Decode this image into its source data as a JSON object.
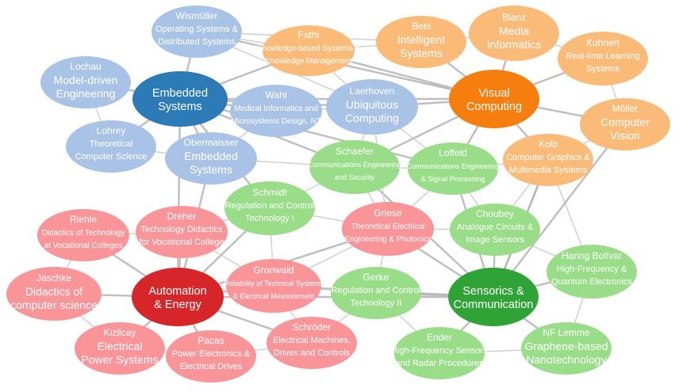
{
  "colors": {
    "edge": "#c8c8c8",
    "edge_strong": "#b4b4b4",
    "blue_hub": "#2c7bb6",
    "blue": "#a9c3e6",
    "orange_hub": "#f57e0f",
    "orange": "#fbbb78",
    "green_hub": "#30a336",
    "green": "#99dd88",
    "red_hub": "#d7262a",
    "red": "#f99498",
    "text": "#ffffff"
  },
  "nodes": [
    {
      "id": "emb",
      "hub": true,
      "group": "blue",
      "name": "",
      "topic": [
        "Embedded",
        "Systems"
      ]
    },
    {
      "id": "vis",
      "hub": true,
      "group": "orange",
      "name": "",
      "topic": [
        "Visual",
        "Computing"
      ]
    },
    {
      "id": "aut",
      "hub": true,
      "group": "red",
      "name": "",
      "topic": [
        "Automation",
        "& Energy"
      ]
    },
    {
      "id": "sen",
      "hub": true,
      "group": "green",
      "name": "",
      "topic": [
        "Sensorics &",
        "Communication"
      ]
    },
    {
      "id": "wis",
      "group": "blue",
      "name": "Wismüller",
      "topic": [
        "Operating Systems &",
        "Distributed Systems"
      ]
    },
    {
      "id": "loc",
      "group": "blue",
      "name": "Lochau",
      "topic": [
        "Model-driven",
        "Engineering"
      ],
      "big": true
    },
    {
      "id": "loh",
      "group": "blue",
      "name": "Lohrey",
      "topic": [
        "Theoretical",
        "Computer Science"
      ]
    },
    {
      "id": "obe",
      "group": "blue",
      "name": "Obermaisser",
      "topic": [
        "Embedded",
        "Systems"
      ],
      "big": true
    },
    {
      "id": "wah",
      "group": "blue",
      "name": "Wahl",
      "topic": [
        "Medical Informatics and",
        "Microsystems Design, NT"
      ]
    },
    {
      "id": "lae",
      "group": "blue",
      "name": "Laerhoven",
      "topic": [
        "Ubiquitous",
        "Computing"
      ],
      "big": true
    },
    {
      "id": "fat",
      "group": "orange",
      "name": "Fathi",
      "topic": [
        "Knowledge-based Systems &",
        "Knowledge Management"
      ]
    },
    {
      "id": "bee",
      "group": "orange",
      "name": "Beel",
      "topic": [
        "Intelligent",
        "Systems"
      ],
      "big": true
    },
    {
      "id": "bla",
      "group": "orange",
      "name": "Blanz",
      "topic": [
        "Media",
        "Informatics"
      ],
      "big": true
    },
    {
      "id": "kuh",
      "group": "orange",
      "name": "Kuhnert",
      "topic": [
        "Real-time Learning",
        "Systems"
      ]
    },
    {
      "id": "mol",
      "group": "orange",
      "name": "Möller",
      "topic": [
        "Computer",
        "Vision"
      ],
      "big": true
    },
    {
      "id": "kol",
      "group": "orange",
      "name": "Kolb",
      "topic": [
        "Computer Graphics &",
        "Multimedia Systems"
      ]
    },
    {
      "id": "sca",
      "group": "green",
      "name": "Schaefer",
      "topic": [
        "Communications Engineering",
        "and Security"
      ]
    },
    {
      "id": "lof",
      "group": "green",
      "name": "Loffeld",
      "topic": [
        "Communications Engineering",
        "& Signal Processing"
      ]
    },
    {
      "id": "sch",
      "group": "green",
      "name": "Schmidt",
      "topic": [
        "Regulation and Control",
        "Technology I"
      ]
    },
    {
      "id": "cho",
      "group": "green",
      "name": "Choubey",
      "topic": [
        "Analogue Circuits &",
        "Image Sensors"
      ]
    },
    {
      "id": "har",
      "group": "green",
      "name": "Haring Bolívar",
      "topic": [
        "High-Frequency &",
        "Quantum Electronics"
      ]
    },
    {
      "id": "ger",
      "group": "green",
      "name": "Gerke",
      "topic": [
        "Regulation and Control",
        "Technology II"
      ]
    },
    {
      "id": "end",
      "group": "green",
      "name": "Ender",
      "topic": [
        "High-Frequency Sensors",
        "and Radar Procedures"
      ]
    },
    {
      "id": "nfl",
      "group": "green",
      "name": "NF Lemme",
      "topic": [
        "Graphene-based",
        "Nanotechnology"
      ],
      "big": true
    },
    {
      "id": "rie",
      "group": "red",
      "name": "Riehle",
      "topic": [
        "Didactics of Technology",
        "at Vocational Colleges"
      ]
    },
    {
      "id": "dre",
      "group": "red",
      "name": "Dreher",
      "topic": [
        "Technology Didactics",
        "for Vocational College"
      ]
    },
    {
      "id": "gri",
      "group": "red",
      "name": "Griese",
      "topic": [
        "Theoretical Electrical",
        "Engineering & Photonics"
      ]
    },
    {
      "id": "jas",
      "group": "red",
      "name": "Jaschke",
      "topic": [
        "Didactics of",
        "computer science"
      ],
      "big": true
    },
    {
      "id": "gro",
      "group": "red",
      "name": "Gronwald",
      "topic": [
        "Reliability of Technical Systems",
        "& Electrical Measurement"
      ]
    },
    {
      "id": "kiz",
      "group": "red",
      "name": "Kizilcay",
      "topic": [
        "Electrical",
        "Power Systems"
      ],
      "big": true
    },
    {
      "id": "pac",
      "group": "red",
      "name": "Pacas",
      "topic": [
        "Power Electronics &",
        "Electrical Drives"
      ]
    },
    {
      "id": "sro",
      "group": "red",
      "name": "Schröder",
      "topic": [
        "Electrical Machines,",
        "Drives and Controls"
      ]
    }
  ],
  "edges": [
    [
      "emb",
      "wis"
    ],
    [
      "emb",
      "loc"
    ],
    [
      "emb",
      "loh"
    ],
    [
      "emb",
      "obe"
    ],
    [
      "emb",
      "wah"
    ],
    [
      "emb",
      "lae"
    ],
    [
      "emb",
      "fat"
    ],
    [
      "emb",
      "vis"
    ],
    [
      "emb",
      "sca"
    ],
    [
      "emb",
      "lof"
    ],
    [
      "emb",
      "sch"
    ],
    [
      "emb",
      "aut"
    ],
    [
      "vis",
      "bee"
    ],
    [
      "vis",
      "bla"
    ],
    [
      "vis",
      "kuh"
    ],
    [
      "vis",
      "mol"
    ],
    [
      "vis",
      "kol"
    ],
    [
      "vis",
      "fat"
    ],
    [
      "vis",
      "lae"
    ],
    [
      "vis",
      "lof"
    ],
    [
      "vis",
      "sca"
    ],
    [
      "vis",
      "wis"
    ],
    [
      "aut",
      "rie"
    ],
    [
      "aut",
      "dre"
    ],
    [
      "aut",
      "jas"
    ],
    [
      "aut",
      "gro"
    ],
    [
      "aut",
      "kiz"
    ],
    [
      "aut",
      "pac"
    ],
    [
      "aut",
      "sro"
    ],
    [
      "aut",
      "sch"
    ],
    [
      "aut",
      "gri"
    ],
    [
      "aut",
      "sen"
    ],
    [
      "aut",
      "obe"
    ],
    [
      "sen",
      "cho"
    ],
    [
      "sen",
      "har"
    ],
    [
      "sen",
      "ger"
    ],
    [
      "sen",
      "end"
    ],
    [
      "sen",
      "nfl"
    ],
    [
      "sen",
      "gri"
    ],
    [
      "sen",
      "lof"
    ],
    [
      "sen",
      "sca"
    ],
    [
      "sen",
      "kol"
    ],
    [
      "sen",
      "gro"
    ],
    [
      "wis",
      "fat"
    ],
    [
      "wis",
      "bee"
    ],
    [
      "wis",
      "lae"
    ],
    [
      "fat",
      "bee"
    ],
    [
      "fat",
      "lae"
    ],
    [
      "bee",
      "bla"
    ],
    [
      "bla",
      "kuh"
    ],
    [
      "kuh",
      "mol"
    ],
    [
      "mol",
      "kol"
    ],
    [
      "lae",
      "sca"
    ],
    [
      "lae",
      "lof"
    ],
    [
      "lae",
      "wah"
    ],
    [
      "wah",
      "obe"
    ],
    [
      "loc",
      "loh"
    ],
    [
      "loh",
      "obe"
    ],
    [
      "obe",
      "sca"
    ],
    [
      "sca",
      "lof"
    ],
    [
      "sca",
      "sch"
    ],
    [
      "sca",
      "gri"
    ],
    [
      "lof",
      "cho"
    ],
    [
      "lof",
      "kol"
    ],
    [
      "lof",
      "gri"
    ],
    [
      "kol",
      "cho"
    ],
    [
      "kol",
      "har"
    ],
    [
      "sch",
      "gri"
    ],
    [
      "sch",
      "dre"
    ],
    [
      "sch",
      "gro"
    ],
    [
      "gri",
      "ger"
    ],
    [
      "gri",
      "gro"
    ],
    [
      "gri",
      "cho"
    ],
    [
      "ger",
      "gro"
    ],
    [
      "ger",
      "end"
    ],
    [
      "cho",
      "har"
    ],
    [
      "har",
      "nfl"
    ],
    [
      "end",
      "nfl"
    ],
    [
      "rie",
      "dre"
    ],
    [
      "rie",
      "jas"
    ],
    [
      "dre",
      "gro"
    ],
    [
      "jas",
      "kiz"
    ],
    [
      "kiz",
      "pac"
    ],
    [
      "pac",
      "sro"
    ],
    [
      "sro",
      "gro"
    ],
    [
      "sro",
      "ger"
    ],
    [
      "lae",
      "gri"
    ],
    [
      "kol",
      "sen"
    ],
    [
      "mol",
      "sen"
    ]
  ]
}
